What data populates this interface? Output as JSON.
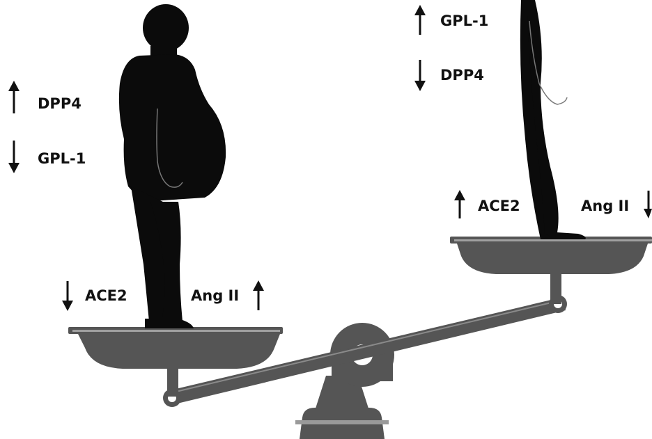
{
  "colors": {
    "silhouette": "#0b0b0b",
    "scale_gray": "#555555",
    "scale_light": "#9a9a9a",
    "arrow": "#111111",
    "background": "#ffffff"
  },
  "left_side": {
    "figure": "obese person silhouette",
    "upper_labels": [
      {
        "text": "DPP4",
        "direction": "up"
      },
      {
        "text": "GPL-1",
        "direction": "down"
      }
    ],
    "pan_labels": [
      {
        "text": "ACE2",
        "direction": "down"
      },
      {
        "text": "Ang II",
        "direction": "up"
      }
    ]
  },
  "right_side": {
    "figure": "lean person silhouette",
    "upper_labels": [
      {
        "text": "GPL-1",
        "direction": "up"
      },
      {
        "text": "DPP4",
        "direction": "down"
      }
    ],
    "pan_labels": [
      {
        "text": "ACE2",
        "direction": "up"
      },
      {
        "text": "Ang II",
        "direction": "down"
      }
    ]
  },
  "icons": [
    "balance-scale-icon",
    "up-arrow-icon",
    "down-arrow-icon",
    "person-silhouette-icon"
  ]
}
